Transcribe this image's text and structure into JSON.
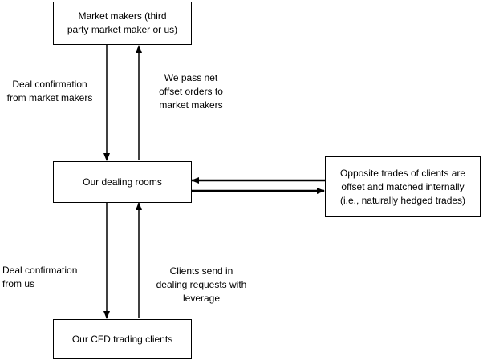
{
  "boxes": {
    "market_makers": {
      "lines": [
        "Market makers (third",
        "party market maker or us)"
      ]
    },
    "dealing_rooms": {
      "text": "Our dealing rooms"
    },
    "cfd_clients": {
      "text": "Our CFD trading clients"
    },
    "internal_matching": {
      "lines": [
        "Opposite trades of clients are",
        "offset and matched internally",
        "(i.e., naturally hedged trades)"
      ]
    }
  },
  "labels": {
    "deal_confirmation_mm": [
      "Deal confirmation",
      "from market makers"
    ],
    "net_offset_orders": [
      "We pass net",
      "offset orders to",
      "market makers"
    ],
    "deal_confirmation_us": [
      "Deal confirmation",
      "from us"
    ],
    "clients_send": [
      "Clients send in",
      "dealing requests with",
      "leverage"
    ]
  }
}
